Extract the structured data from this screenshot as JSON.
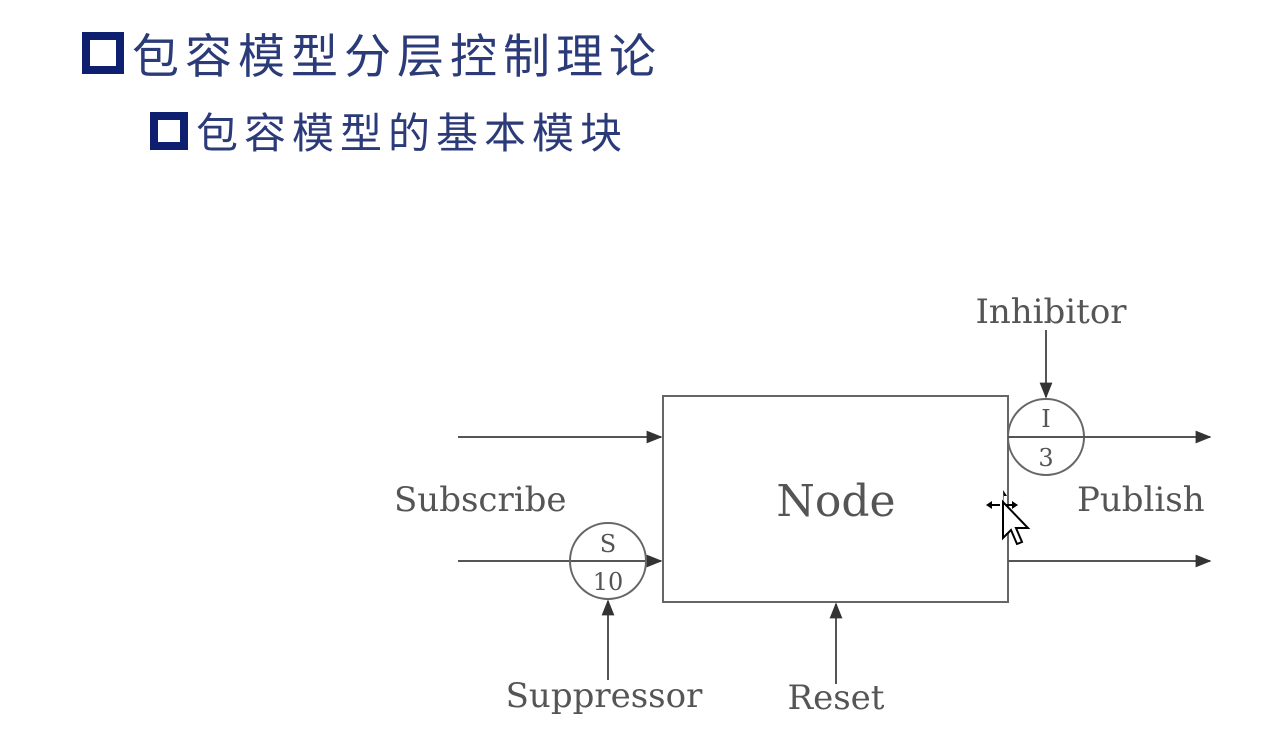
{
  "slide": {
    "title": "包容模型分层控制理论",
    "subtitle": "包容模型的基本模块"
  },
  "diagram": {
    "node_label": "Node",
    "inputs_label": "Subscribe",
    "outputs_label": "Publish",
    "inhibitor_label": "Inhibitor",
    "suppressor_label": "Suppressor",
    "reset_label": "Reset",
    "suppressor_node": {
      "letter": "S",
      "value": "10"
    },
    "inhibitor_node": {
      "letter": "I",
      "value": "3"
    },
    "line_color": "#555555",
    "text_color": "#555555"
  },
  "colors": {
    "heading": "#2b3a78",
    "bullet": "#0d1f6e"
  }
}
